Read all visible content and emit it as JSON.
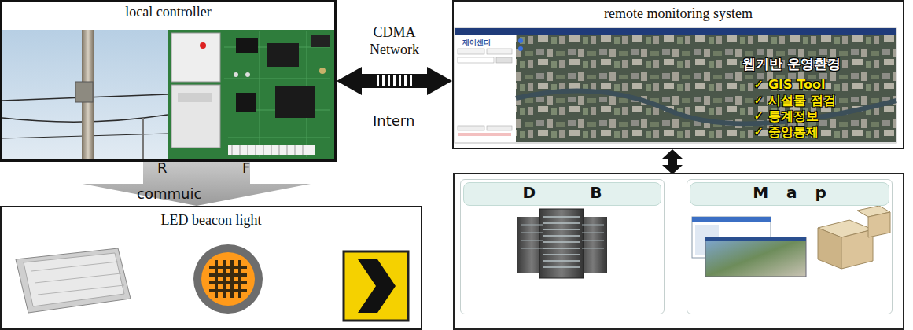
{
  "diagram": {
    "nodes": [
      {
        "text": [
          "local controller"
        ]
      },
      {
        "text": [
          "remote monitoring system"
        ]
      },
      {
        "text": [
          "D B"
        ]
      },
      {
        "text": [
          "M a p"
        ]
      },
      {
        "text": [
          "LED beacon light"
        ]
      }
    ],
    "edges": [
      {
        "from": 0,
        "to": 1,
        "arrow": "both",
        "label": "CDMA Network"
      },
      {
        "from": 0,
        "to": 4,
        "arrow": "to"
      }
    ],
    "labels": [
      "Intern",
      "R",
      "F",
      "commuic",
      "제어센터",
      "웹기반 운영환경",
      "✓ GIS Tool",
      "✓ 시설물 점검",
      "✓ 통계정보",
      "✓ 중앙통제"
    ]
  }
}
